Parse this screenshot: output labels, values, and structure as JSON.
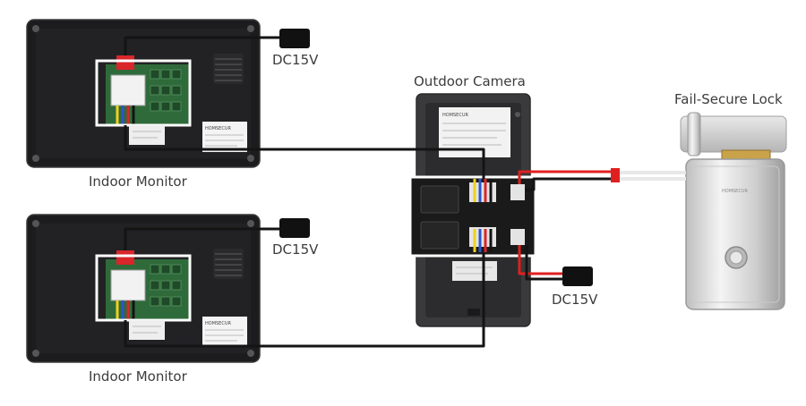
{
  "labels": {
    "indoor_monitor_top": "Indoor Monitor",
    "indoor_monitor_bottom": "Indoor Monitor",
    "outdoor_camera": "Outdoor Camera",
    "fail_secure_lock": "Fail-Secure Lock",
    "power_top": "DC15V",
    "power_middle": "DC15V",
    "power_camera": "DC15V"
  },
  "device_text": {
    "monitor_brand": "HOMSECUR",
    "camera_brand": "HOMSECUR",
    "lock_brand": "HOMSECUR"
  },
  "colors": {
    "device_body": "#1c1c1e",
    "pcb_green": "#2f6b3a",
    "highlight_box": "#ffffff",
    "wire_black": "#141414",
    "wire_red": "#e02020",
    "wire_blue": "#2d55c8",
    "wire_yellow": "#f0d020",
    "lock_metal": "#d8d8d8"
  }
}
